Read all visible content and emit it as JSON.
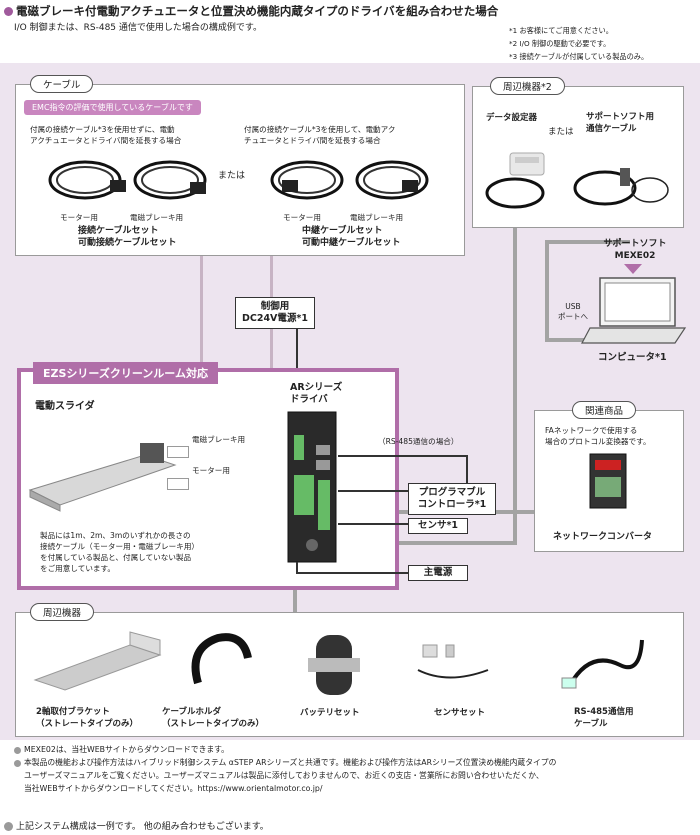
{
  "header": {
    "title": "電磁ブレーキ付電動アクチュエータと位置決め機能内蔵タイプのドライバを組み合わせた場合",
    "subtitle": "I/O 制御または、RS-485 通信で使用した場合の構成例です。"
  },
  "notes": [
    "*1 お客様にてご用意ください。",
    "*2 I/O 制御の駆動で必要です。",
    "*3 接続ケーブルが付属している製品のみ。"
  ],
  "cable_section": {
    "tag": "ケーブル",
    "emc_bar": "EMC指令の評価で使用しているケーブルです",
    "left_desc_1": "付属の接続ケーブル*3を使用せずに、電動",
    "left_desc_2": "アクチュエータとドライバ間を延長する場合",
    "right_desc_1": "付属の接続ケーブル*3を使用して、電動アク",
    "right_desc_2": "チュエータとドライバ間を延長する場合",
    "or": "または",
    "motor": "モーター用",
    "brake": "電磁ブレーキ用",
    "motor_r": "モーター用",
    "brake_r": "電磁ブレーキ用",
    "left_name_1": "接続ケーブルセット",
    "left_name_2": "可動接続ケーブルセット",
    "right_name_1": "中継ケーブルセット",
    "right_name_2": "可動中継ケーブルセット"
  },
  "peripheral_top": {
    "tag": "周辺機器*2",
    "setter": "データ設定器",
    "or": "または",
    "support_cable_1": "サポートソフト用",
    "support_cable_2": "通信ケーブル",
    "software_1": "サポートソフト",
    "software_2": "MEXE02",
    "usb_1": "USB",
    "usb_2": "ポートへ",
    "computer": "コンピュータ*1"
  },
  "related": {
    "tag": "関連商品",
    "desc_1": "FAネットワークで使用する",
    "desc_2": "場合のプロトコル変換器です。",
    "name": "ネットワークコンバータ"
  },
  "power_control": {
    "line1": "制御用",
    "line2": "DC24V電源*1"
  },
  "ezs": {
    "head": "EZSシリーズクリーンルーム対応",
    "slider": "電動スライダ",
    "brake_label": "電磁ブレーキ用",
    "motor_label": "モーター用",
    "desc_1": "製品には1m、2m、3mのいずれかの長さの",
    "desc_2": "接続ケーブル（モーター用・電磁ブレーキ用）",
    "desc_3": "を付属している製品と、付属していない製品",
    "desc_4": "をご用意しています。"
  },
  "driver": {
    "line1": "ARシリーズ",
    "line2": "ドライバ",
    "rs485": "（RS-485通信の場合）"
  },
  "plc": {
    "line1": "プログラマブル",
    "line2": "コントローラ*1"
  },
  "sensor_box": "センサ*1",
  "main_power": "主電源",
  "peripheral_bottom": {
    "tag": "周辺機器",
    "items": [
      {
        "l1": "2軸取付ブラケット",
        "l2": "（ストレートタイプのみ）"
      },
      {
        "l1": "ケーブルホルダ",
        "l2": "（ストレートタイプのみ）"
      },
      {
        "l1": "バッテリセット",
        "l2": ""
      },
      {
        "l1": "センサセット",
        "l2": ""
      },
      {
        "l1": "RS-485通信用",
        "l2": "ケーブル"
      }
    ]
  },
  "footnotes": {
    "f1": "MEXE02は、当社WEBサイトからダウンロードできます。",
    "f2a": "本製品の機能および操作方法はハイブリッド制御システム αSTEP ARシリーズと共通です。機能および操作方法はARシリーズ位置決め機能内蔵タイプの",
    "f2b": "ユーザーズマニュアルをご覧ください。ユーザーズマニュアルは製品に添付しておりませんので、お近くの支店・営業所にお問い合わせいただくか、",
    "f2c": "当社WEBサイトからダウンロードしてください。https://www.orientalmotor.co.jp/",
    "bottom": "上記システム構成は一例です。 他の組み合わせもございます。"
  },
  "colors": {
    "accent": "#b06ea8",
    "bg": "#ede4ef",
    "line": "#a3a3a3"
  }
}
